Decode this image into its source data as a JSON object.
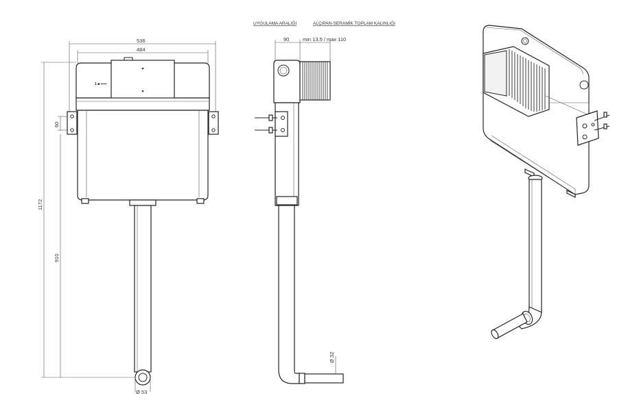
{
  "header": {
    "label_left": "UYGULAMA ARALIĞI",
    "label_right": "ALÇIPAN-SERAMİK TOPLAM KALINLIĞI"
  },
  "front_view": {
    "width_outer": "536",
    "width_inner": "484",
    "bracket_spacing": "60",
    "total_height": "1172",
    "pipe_height": "910",
    "outlet_diameter": "Ø 53",
    "logo_text": "1 ■ ▪▪▪▪▪"
  },
  "side_view": {
    "depth": "90",
    "range": "min 13.5 / max 110",
    "pipe_diameter": "Ø 32"
  }
}
